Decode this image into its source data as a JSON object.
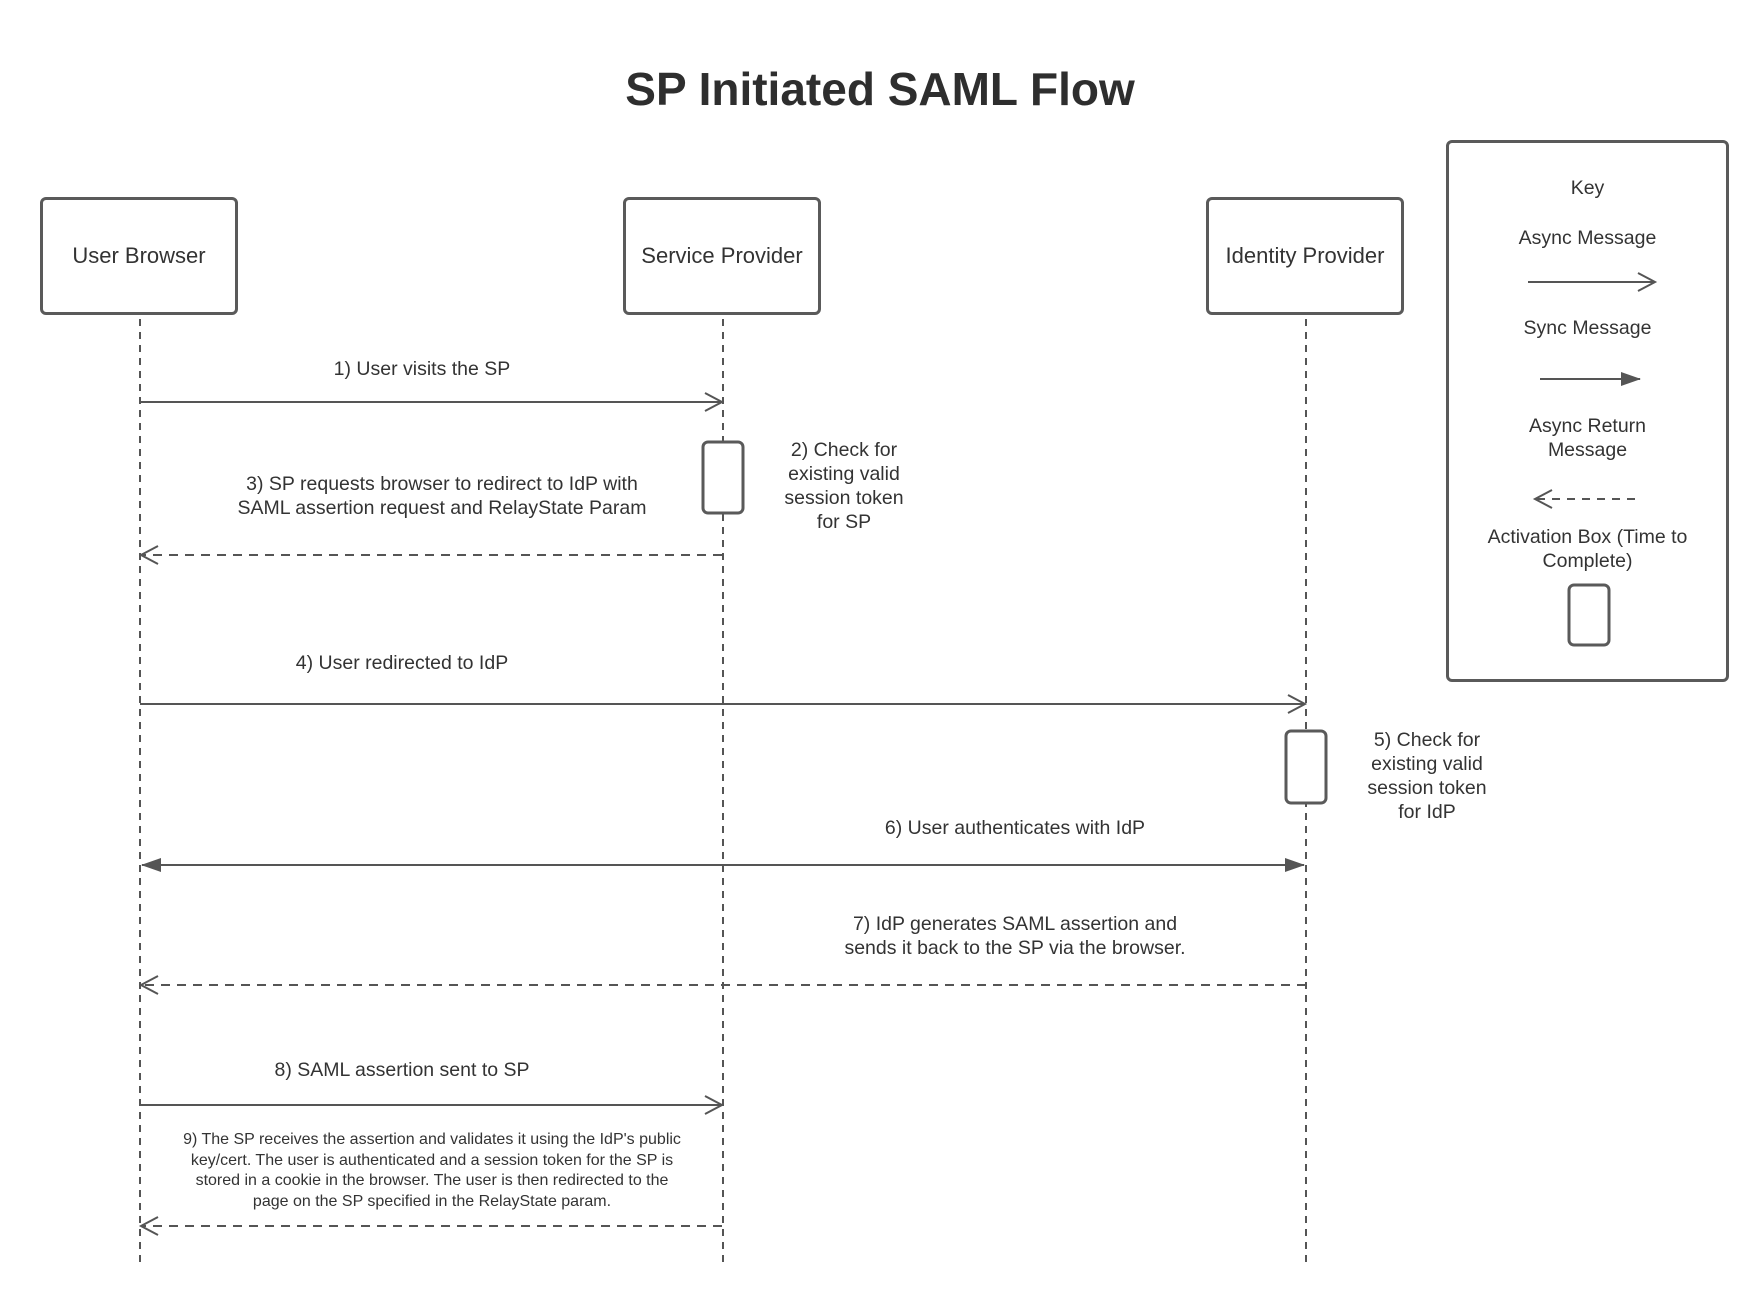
{
  "title": "SP Initiated SAML Flow",
  "actors": [
    {
      "id": "browser",
      "label": "User Browser"
    },
    {
      "id": "sp",
      "label": "Service Provider"
    },
    {
      "id": "idp",
      "label": "Identity Provider"
    }
  ],
  "messages": {
    "m1": "1) User visits the SP",
    "m2": [
      "2) Check for",
      "existing valid",
      "session token",
      "for SP"
    ],
    "m3": [
      "3) SP requests browser to redirect to IdP with",
      "SAML assertion request and RelayState Param"
    ],
    "m4": "4) User redirected to IdP",
    "m5": [
      "5) Check for",
      "existing valid",
      "session token",
      "for IdP"
    ],
    "m6": "6) User authenticates with IdP",
    "m7": [
      "7) IdP generates SAML assertion and",
      "sends it back to the SP via the browser."
    ],
    "m8": "8) SAML assertion sent to SP",
    "m9": [
      "9) The SP receives the assertion and validates it using the IdP's public",
      "key/cert. The user is authenticated and a session token for the SP is",
      "stored in a cookie in the browser. The user is then redirected to the",
      "page on the SP specified in the RelayState param."
    ]
  },
  "key": {
    "title": "Key",
    "async": "Async Message",
    "sync": "Sync Message",
    "async_return": [
      "Async Return",
      "Message"
    ],
    "activation": [
      "Activation Box (Time to",
      "Complete)"
    ]
  },
  "colors": {
    "line": "#555555",
    "text": "#333333"
  }
}
